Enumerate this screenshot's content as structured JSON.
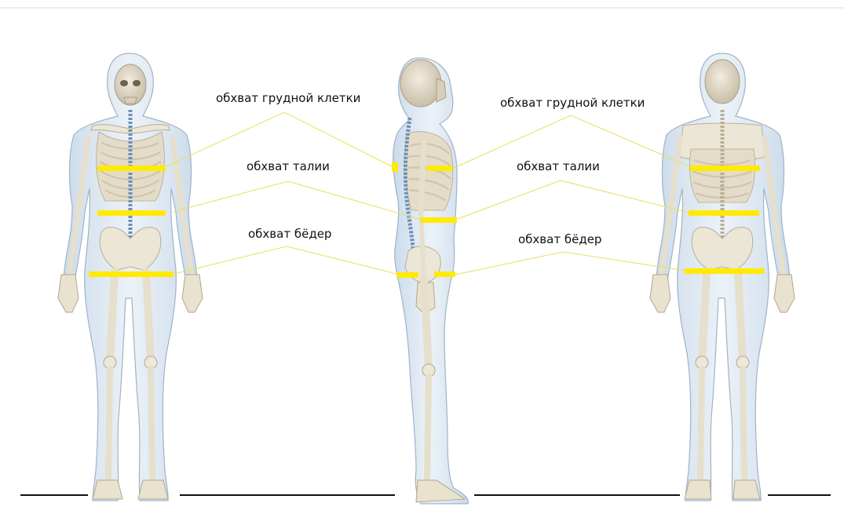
{
  "colors": {
    "band": "#ffea00",
    "leader": "#e8df5a",
    "skin": "#c9d9e8",
    "bone": "#ece6d6",
    "ground": "#111111"
  },
  "views": {
    "front": {
      "icon": "skeleton-front-icon"
    },
    "side": {
      "icon": "skeleton-side-icon"
    },
    "back": {
      "icon": "skeleton-back-icon"
    }
  },
  "labels": {
    "left": {
      "chest": "обхват грудной клетки",
      "waist": "обхват талии",
      "hips": "обхват бёдер"
    },
    "right": {
      "chest": "обхват грудной клетки",
      "waist": "обхват талии",
      "hips": "обхват бёдер"
    }
  }
}
